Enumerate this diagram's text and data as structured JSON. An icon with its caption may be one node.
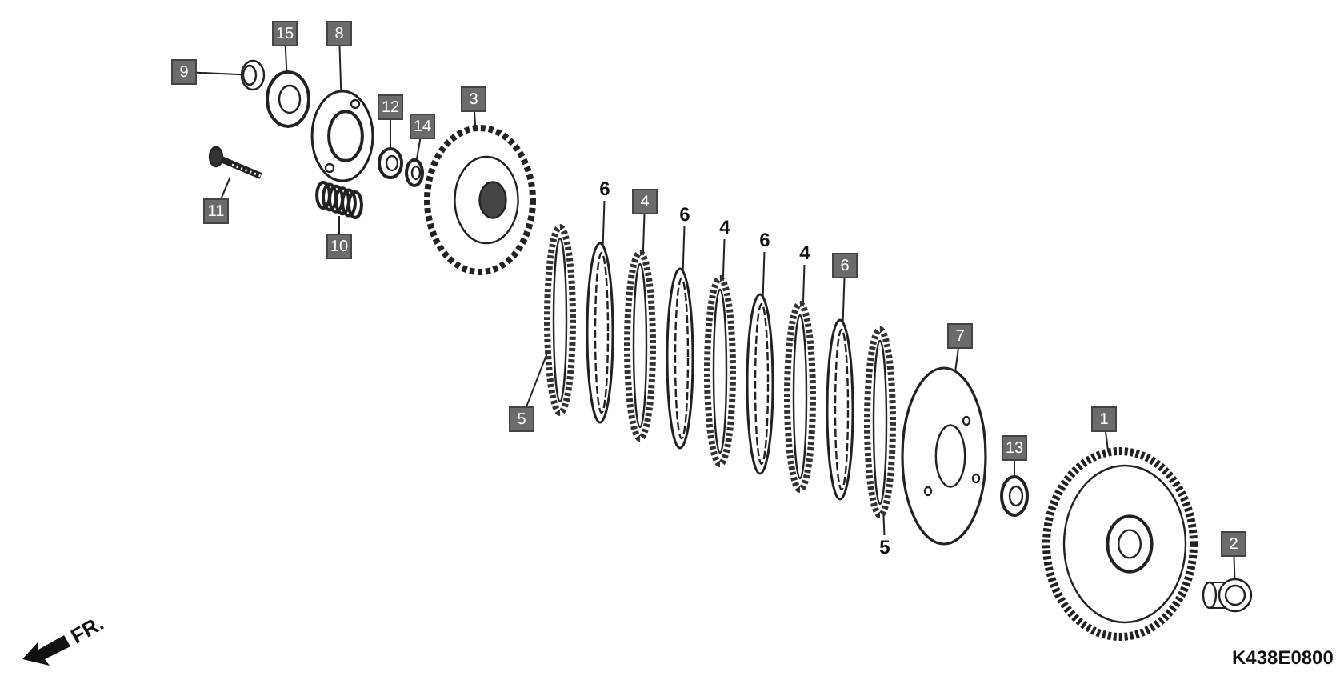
{
  "diagram": {
    "nodes": [
      {
        "text": [
          "9"
        ]
      },
      {
        "text": [
          "15"
        ]
      },
      {
        "text": [
          "8"
        ]
      },
      {
        "text": [
          "12"
        ]
      },
      {
        "text": [
          "14"
        ]
      },
      {
        "text": [
          "3"
        ]
      },
      {
        "text": [
          "11"
        ]
      },
      {
        "text": [
          "10"
        ]
      },
      {
        "text": [
          "6"
        ]
      },
      {
        "text": [
          "4"
        ]
      },
      {
        "text": [
          "6"
        ]
      },
      {
        "text": [
          "4"
        ]
      },
      {
        "text": [
          "6"
        ]
      },
      {
        "text": [
          "4"
        ]
      },
      {
        "text": [
          "6"
        ]
      },
      {
        "text": [
          "7"
        ]
      },
      {
        "text": [
          "5"
        ]
      },
      {
        "text": [
          "13"
        ]
      },
      {
        "text": [
          "1"
        ]
      },
      {
        "text": [
          "5"
        ]
      },
      {
        "text": [
          "2"
        ]
      },
      {
        "text": [],
        "shape": "picture"
      },
      {
        "text": [],
        "shape": "picture"
      },
      {
        "text": [],
        "shape": "picture"
      },
      {
        "text": [],
        "shape": "picture"
      },
      {
        "text": [],
        "shape": "picture"
      },
      {
        "text": [],
        "shape": "picture"
      },
      {
        "text": [],
        "shape": "picture"
      },
      {
        "text": [],
        "shape": "picture"
      },
      {
        "text": [],
        "shape": "picture"
      },
      {
        "text": [],
        "shape": "picture"
      },
      {
        "text": [],
        "shape": "picture"
      },
      {
        "text": [],
        "shape": "picture"
      },
      {
        "text": [],
        "shape": "picture"
      },
      {
        "text": [],
        "shape": "picture"
      },
      {
        "text": [],
        "shape": "picture"
      },
      {
        "text": [],
        "shape": "picture"
      },
      {
        "text": [],
        "shape": "picture"
      },
      {
        "text": [],
        "shape": "picture"
      },
      {
        "text": [],
        "shape": "picture"
      },
      {
        "text": [],
        "shape": "picture"
      },
      {
        "text": [],
        "shape": "picture"
      }
    ],
    "edges": [
      {
        "from": 0,
        "to": 21,
        "arrow": "none"
      },
      {
        "from": 1,
        "to": 22,
        "arrow": "none"
      },
      {
        "from": 2,
        "to": 23,
        "arrow": "none"
      },
      {
        "from": 3,
        "to": 24,
        "arrow": "none"
      },
      {
        "from": 4,
        "to": 25,
        "arrow": "none"
      },
      {
        "from": 5,
        "to": 26,
        "arrow": "none"
      },
      {
        "from": 6,
        "to": 27,
        "arrow": "none"
      },
      {
        "from": 7,
        "to": 28,
        "arrow": "none"
      },
      {
        "from": 8,
        "to": 29,
        "arrow": "none"
      },
      {
        "from": 9,
        "to": 30,
        "arrow": "none"
      },
      {
        "from": 10,
        "to": 31,
        "arrow": "none"
      },
      {
        "from": 11,
        "to": 32,
        "arrow": "none"
      },
      {
        "from": 12,
        "to": 33,
        "arrow": "none"
      },
      {
        "from": 13,
        "to": 34,
        "arrow": "none"
      },
      {
        "from": 14,
        "to": 35,
        "arrow": "none"
      },
      {
        "from": 15,
        "to": 36,
        "arrow": "none"
      },
      {
        "from": 16,
        "to": 37,
        "arrow": "none"
      },
      {
        "from": 17,
        "to": 38,
        "arrow": "none"
      },
      {
        "from": 18,
        "to": 39,
        "arrow": "none"
      },
      {
        "from": 19,
        "to": 40,
        "arrow": "none"
      },
      {
        "from": 20,
        "to": 41,
        "arrow": "none"
      }
    ],
    "labels": [
      "FR.",
      "K438E0800"
    ]
  }
}
